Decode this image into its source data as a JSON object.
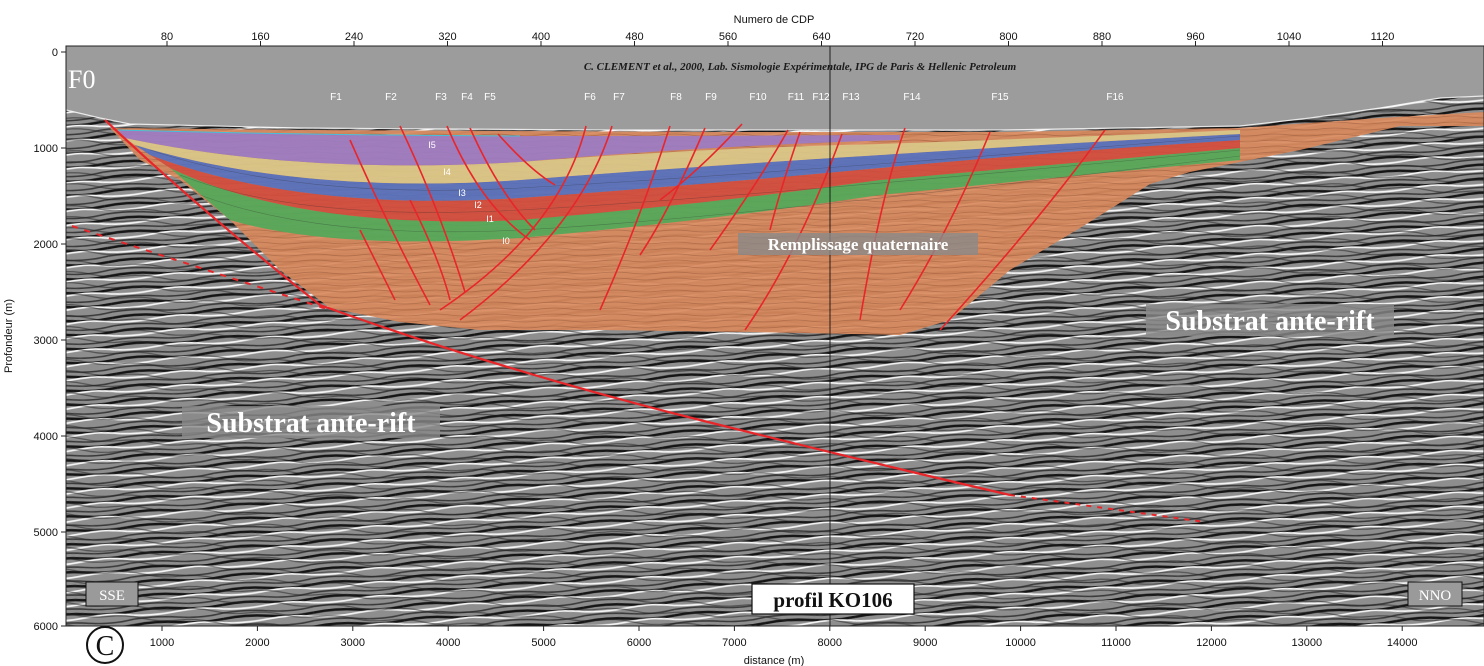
{
  "axes": {
    "top_title": "Numero de CDP",
    "top_ticks": [
      "80",
      "160",
      "240",
      "320",
      "400",
      "480",
      "560",
      "640",
      "720",
      "800",
      "880",
      "960",
      "1040",
      "1120"
    ],
    "bottom_title": "distance (m)",
    "bottom_ticks": [
      "1000",
      "2000",
      "3000",
      "4000",
      "5000",
      "6000",
      "7000",
      "8000",
      "9000",
      "10000",
      "11000",
      "12000",
      "13000",
      "14000"
    ],
    "left_title": "Profondeur (m)",
    "left_ticks": [
      "0",
      "1000",
      "2000",
      "3000",
      "4000",
      "5000",
      "6000"
    ]
  },
  "credit": "C. CLEMENT et al., 2000, Lab. Sismologie Expérimentale, IPG de Paris & Hellenic Petroleum",
  "corner_label": "F0",
  "fault_labels": [
    "F1",
    "F2",
    "F3",
    "F4",
    "F5",
    "F6",
    "F7",
    "F8",
    "F9",
    "F10",
    "F11",
    "F12",
    "F13",
    "F14",
    "F15",
    "F16"
  ],
  "unit_labels": [
    "I5",
    "I4",
    "I3",
    "I2",
    "I1",
    "I0"
  ],
  "fill_label": "Remplissage quaternaire",
  "substrate_left": "Substrat ante-rift",
  "substrate_right": "Substrat ante-rift",
  "direction_left": "SSE",
  "direction_right": "NNO",
  "profile_label": "profil KO106",
  "panel_letter": "C",
  "colors": {
    "fault": "#e8262a",
    "quaternary_fill": "#d98a5e",
    "green_layer": "#4faa5a",
    "red_layer": "#d0483c",
    "blue_layer": "#4a6fc8",
    "yellow_layer": "#d9c98a",
    "purple_layer": "#9a7bc6",
    "water": "#9c9c9c"
  }
}
